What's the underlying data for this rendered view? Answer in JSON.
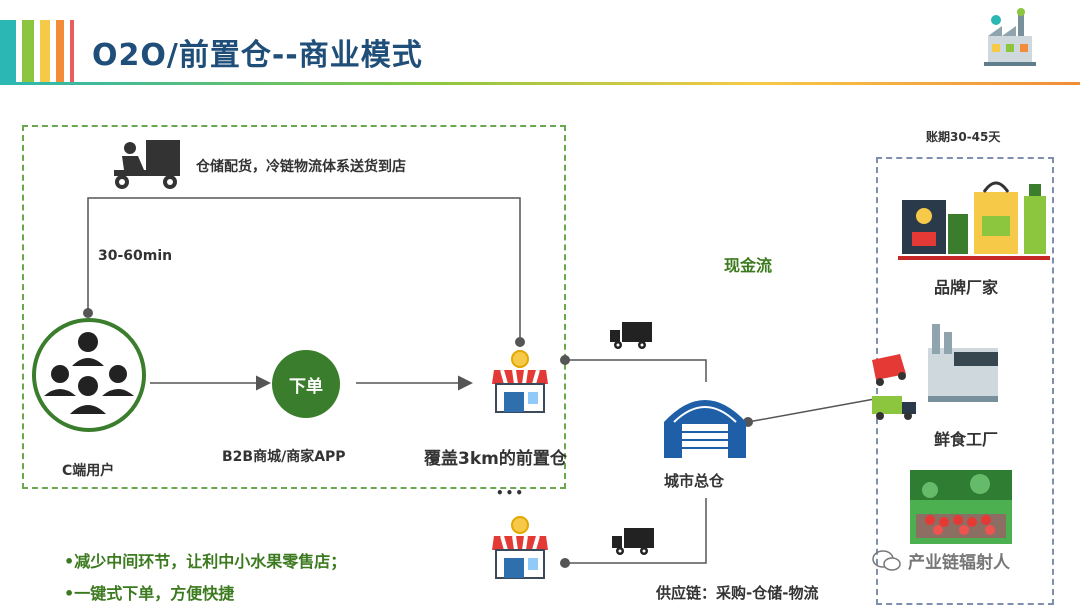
{
  "title": "O2O/前置仓--商业模式",
  "colors": {
    "title": "#1f4e79",
    "green_dark": "#3a7d2c",
    "stripes": [
      "#2bb7b3",
      "#8cc63f",
      "#f7c948",
      "#f28c38"
    ]
  },
  "logistics_label": "仓储配货，冷链物流体系送货到店",
  "time_label": "30-60min",
  "c_user_label": "C端用户",
  "order_label": "下单",
  "b2b_label": "B2B商城/商家APP",
  "front_warehouse_label": "覆盖3km的前置仓",
  "more_dots": "•••",
  "cash_flow_label": "现金流",
  "city_warehouse_label": "城市总仓",
  "supply_chain_label": "供应链：采购-仓储-物流",
  "payment_period_label": "账期30-45天",
  "brand_label": "品牌厂家",
  "fresh_factory_label": "鲜食工厂",
  "bullets": [
    "•减少中间环节，让利中小水果零售店；",
    "•一键式下单，方便快捷"
  ],
  "watermark": "产业链辐射人"
}
